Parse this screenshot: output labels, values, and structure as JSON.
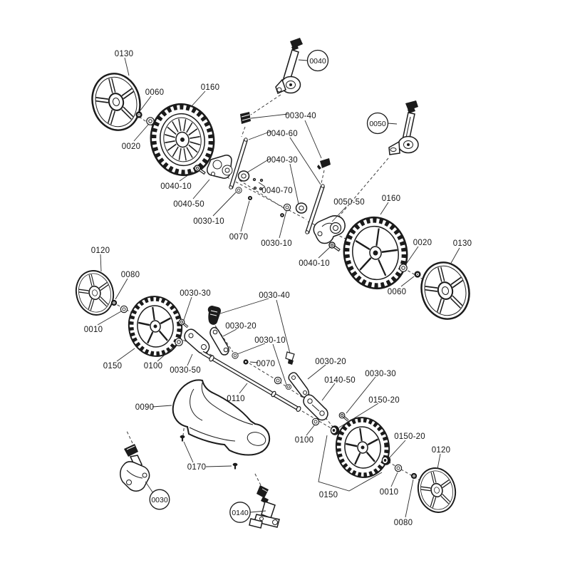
{
  "diagram": {
    "kind": "exploded-parts-diagram",
    "background_color": "#ffffff",
    "ink_color": "#1b1b1b",
    "part_labels": [
      {
        "text": "0130"
      },
      {
        "text": "0060"
      },
      {
        "text": "0160"
      },
      {
        "text": "0020"
      },
      {
        "text": "0040-10"
      },
      {
        "text": "0040-50"
      },
      {
        "text": "0030-10"
      },
      {
        "text": "0030-40"
      },
      {
        "text": "0040-60"
      },
      {
        "text": "0040-30"
      },
      {
        "text": "0040-70"
      },
      {
        "text": "0070"
      },
      {
        "text": "0030-10"
      },
      {
        "text": "0040-10"
      },
      {
        "text": "0050-50"
      },
      {
        "text": "0160"
      },
      {
        "text": "0020"
      },
      {
        "text": "0130"
      },
      {
        "text": "0060"
      },
      {
        "text": "0120"
      },
      {
        "text": "0080"
      },
      {
        "text": "0010"
      },
      {
        "text": "0030-30"
      },
      {
        "text": "0150"
      },
      {
        "text": "0100"
      },
      {
        "text": "0030-50"
      },
      {
        "text": "0030-40"
      },
      {
        "text": "0030-20"
      },
      {
        "text": "0030-10"
      },
      {
        "text": "0070"
      },
      {
        "text": "0030-20"
      },
      {
        "text": "0140-50"
      },
      {
        "text": "0030-30"
      },
      {
        "text": "0110"
      },
      {
        "text": "0150-20"
      },
      {
        "text": "0090"
      },
      {
        "text": "0100"
      },
      {
        "text": "0170"
      },
      {
        "text": "0150-20"
      },
      {
        "text": "0120"
      },
      {
        "text": "0010"
      },
      {
        "text": "0150"
      },
      {
        "text": "0080"
      }
    ],
    "circled_part_labels": [
      {
        "text": "0040"
      },
      {
        "text": "0050"
      },
      {
        "text": "0030"
      },
      {
        "text": "0140"
      }
    ]
  }
}
